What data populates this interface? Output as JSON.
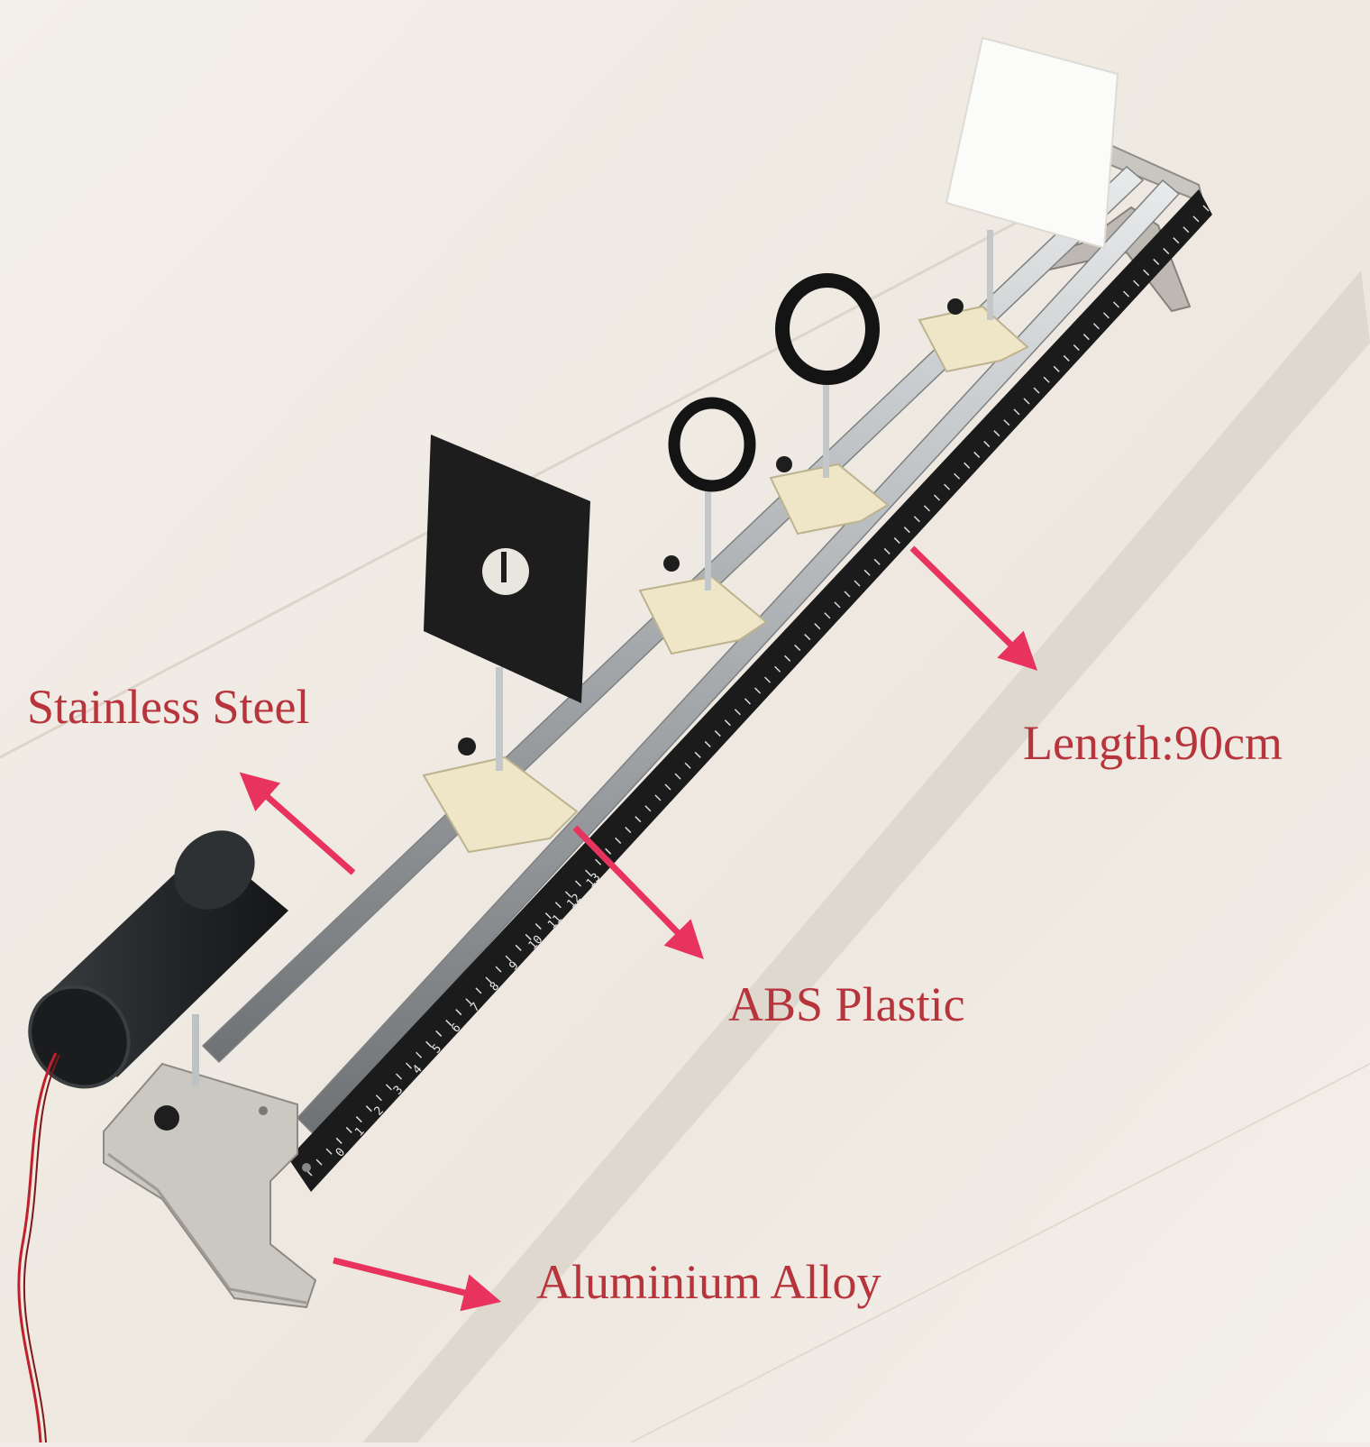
{
  "labels": {
    "stainless_steel": "Stainless Steel",
    "length": "Length:90cm",
    "abs_plastic": "ABS Plastic",
    "aluminium_alloy": "Aluminium Alloy"
  },
  "ruler_digits": [
    "0",
    "1",
    "2",
    "3",
    "4",
    "5",
    "6",
    "7",
    "8",
    "9",
    "10",
    "11",
    "12",
    "13"
  ],
  "colors": {
    "label_text": "#b8343c",
    "arrow": "#e8335f",
    "background": "#f1ece6",
    "rail_black": "#1b1b1b",
    "steel": "#b9bcbe",
    "plastic": "#efe6c8",
    "aluminium": "#c9c6c0",
    "white_screen": "#fbfbf9",
    "cable": "#c0202a"
  }
}
